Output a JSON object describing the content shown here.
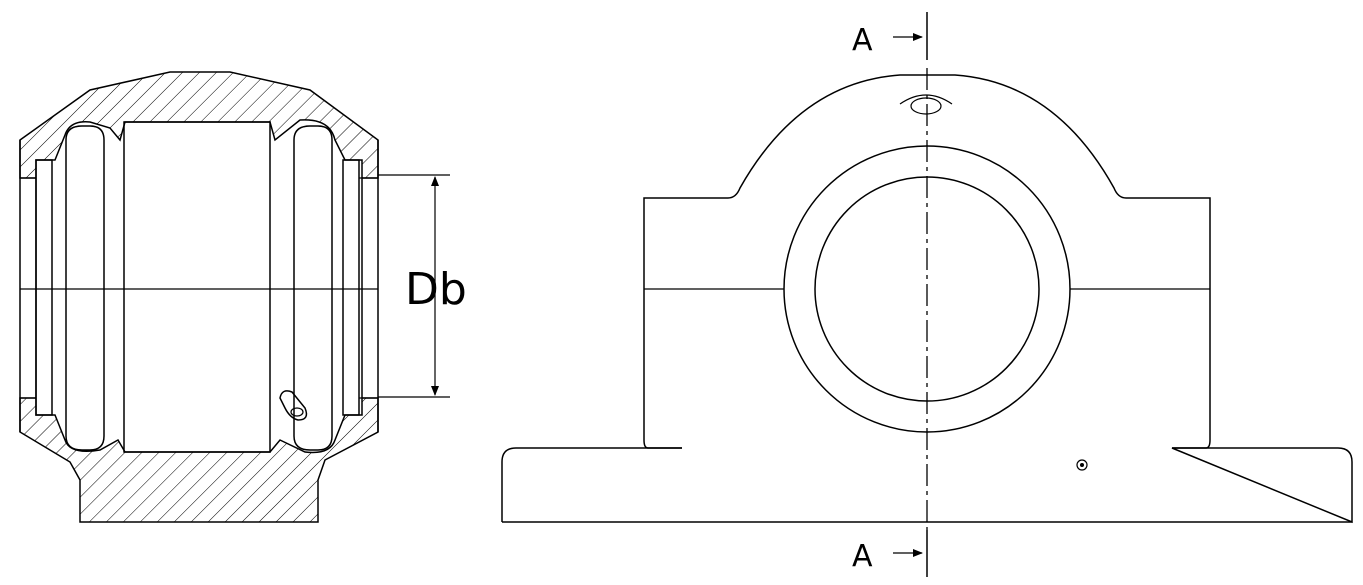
{
  "labels": {
    "dimension": "Db",
    "section_top": "A",
    "section_bottom": "A"
  },
  "colors": {
    "line": "#000000",
    "background": "#ffffff"
  }
}
